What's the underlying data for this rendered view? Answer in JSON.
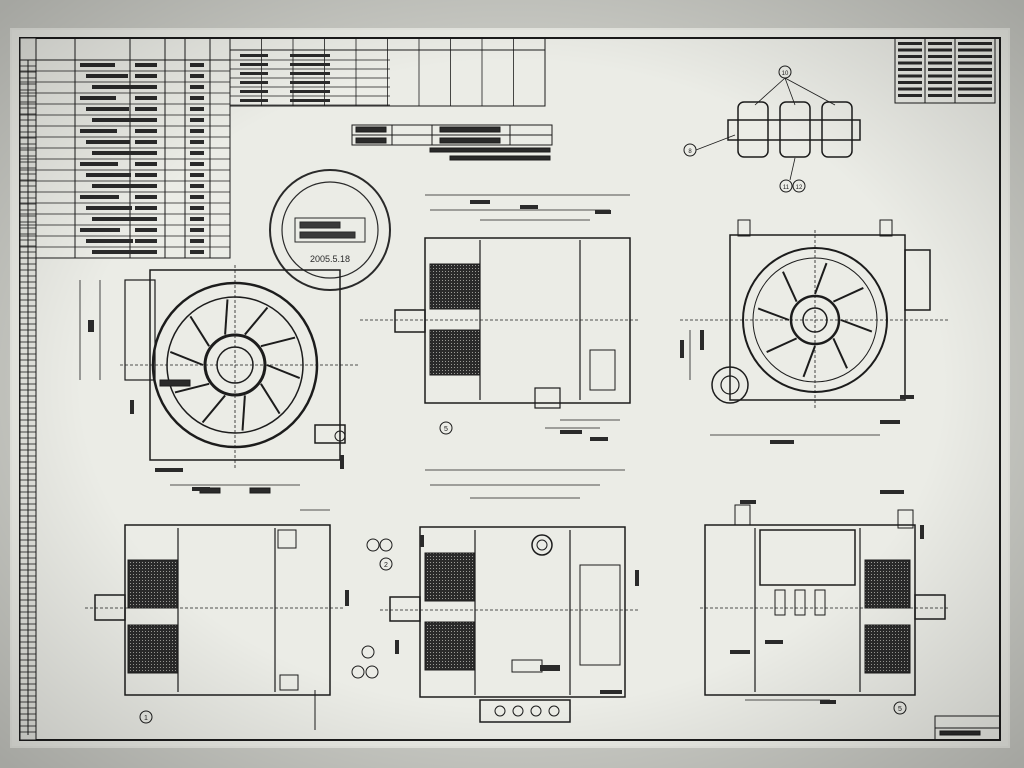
{
  "sheet": {
    "title_block_rows": 18,
    "revision_columns": 10
  },
  "views": [
    {
      "name": "front-view-left",
      "callout": ""
    },
    {
      "name": "side-view-top-center",
      "callout": "5"
    },
    {
      "name": "rear-view-right",
      "callout": ""
    },
    {
      "name": "bottom-view-left",
      "callout": "1"
    },
    {
      "name": "bottom-view-center",
      "callout": "2"
    },
    {
      "name": "bottom-view-right",
      "callout": "5"
    }
  ],
  "detail": {
    "callouts": [
      "10",
      "8",
      "11",
      "12"
    ]
  },
  "stamp": {
    "text": "2005.5.18"
  },
  "colors": {
    "paper": "#e9eae4",
    "ink": "#1c1c1c",
    "background": "#c9cac4"
  }
}
